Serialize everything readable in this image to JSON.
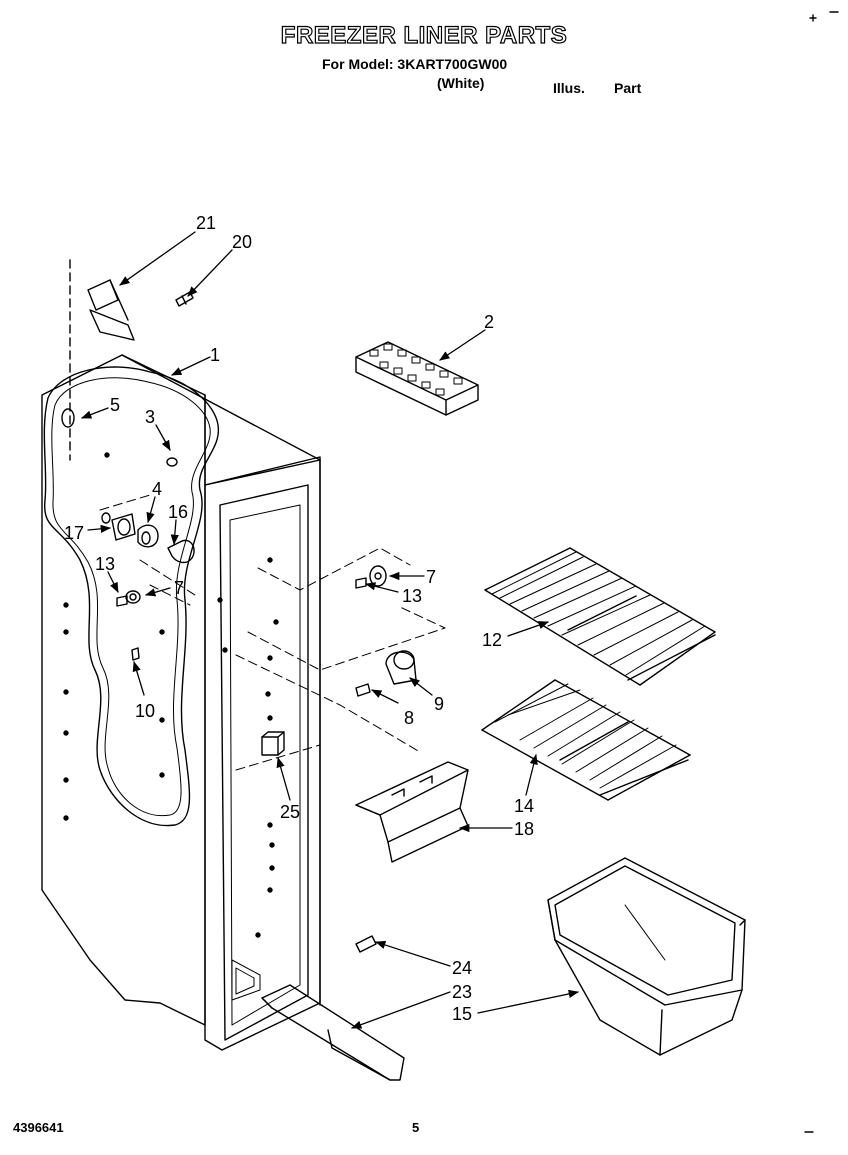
{
  "header": {
    "title": "FREEZER LINER PARTS",
    "model_line": "For Model: 3KART700GW00",
    "color": "(White)",
    "illus_label": "Illus.",
    "part_label": "Part"
  },
  "footer": {
    "doc_number": "4396641",
    "page_number": "5"
  },
  "callouts": {
    "c21": "21",
    "c20": "20",
    "c1": "1",
    "c2": "2",
    "c5": "5",
    "c3": "3",
    "c4": "4",
    "c16": "16",
    "c17": "17",
    "c13a": "13",
    "c7a": "7",
    "c10": "10",
    "c7b": "7",
    "c13b": "13",
    "c12": "12",
    "c9": "9",
    "c8": "8",
    "c14": "14",
    "c25": "25",
    "c18": "18",
    "c24": "24",
    "c23": "23",
    "c15": "15"
  }
}
